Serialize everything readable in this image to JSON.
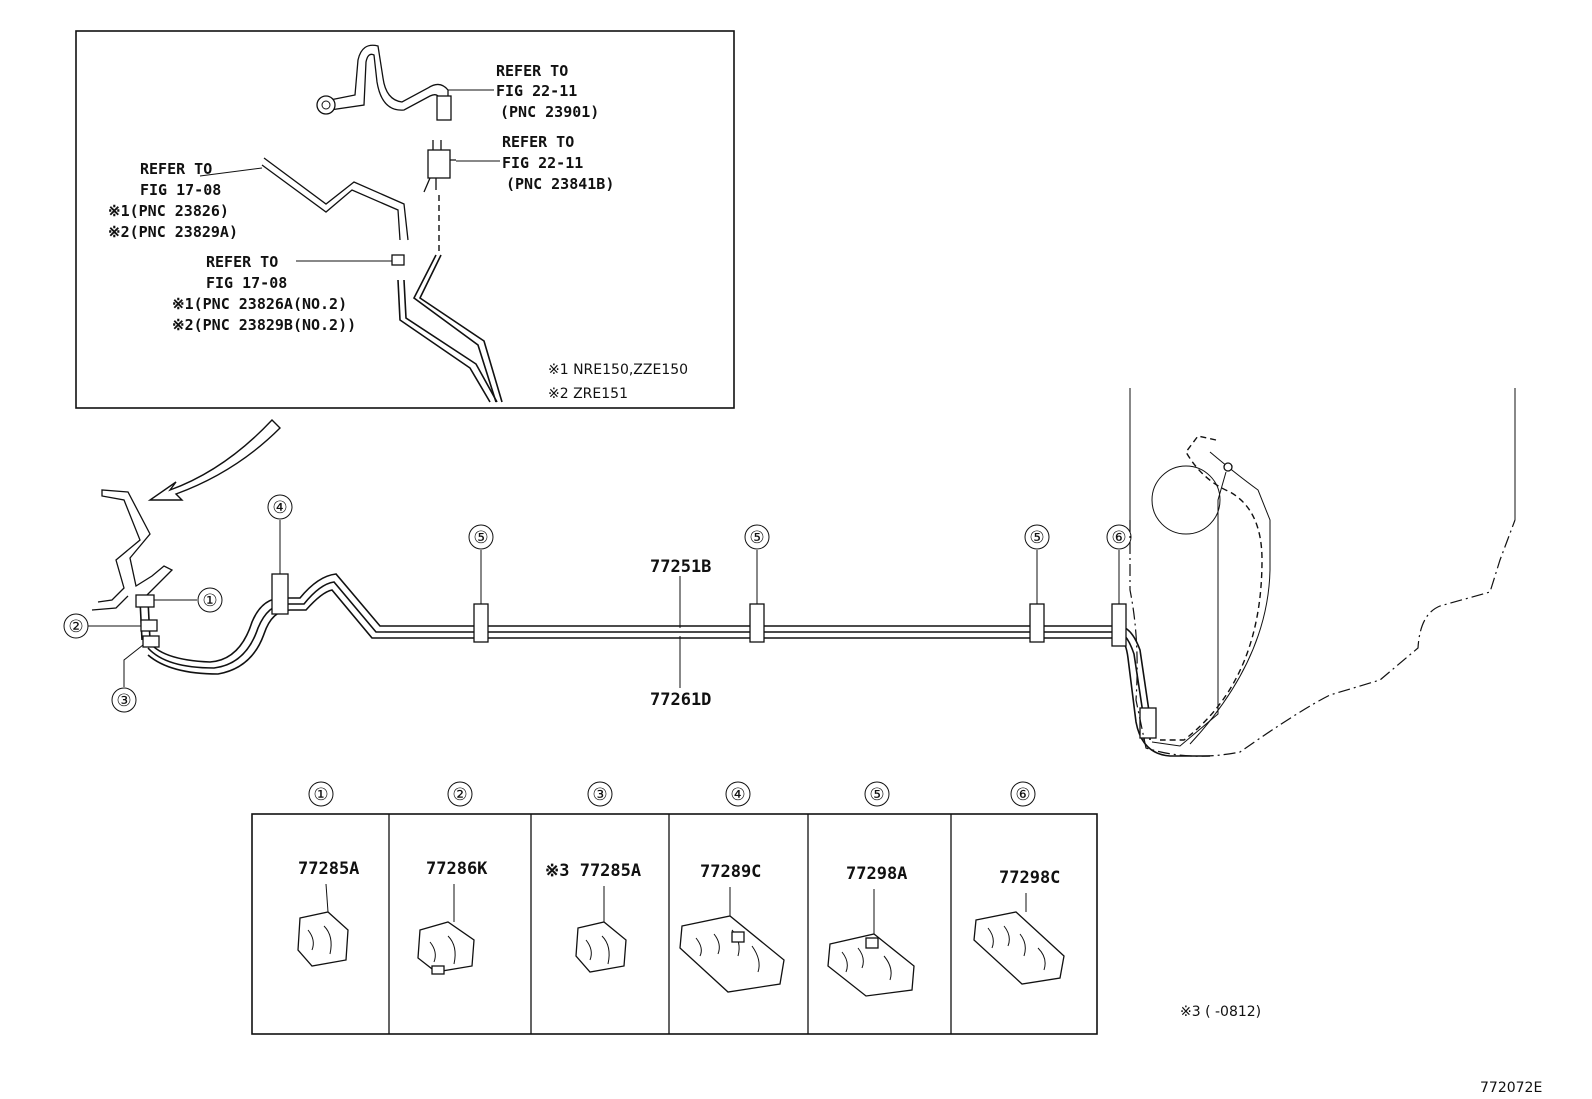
{
  "inset": {
    "ref_fuel_inlet": [
      "REFER TO",
      "FIG 22-11",
      "(PNC 23901)"
    ],
    "ref_filter": [
      "REFER TO",
      "FIG 22-11",
      "(PNC 23841B)"
    ],
    "ref_main_hose": [
      "REFER TO",
      "FIG 17-08",
      "※1(PNC 23826)",
      "※2(PNC 23829A)"
    ],
    "ref_no2_hose": [
      "REFER TO",
      "FIG 17-08",
      "※1(PNC 23826A(NO.2)",
      "※2(PNC 23829B(NO.2))"
    ],
    "notes": [
      "※1 NRE150,ZZE150",
      "※2 ZRE151"
    ]
  },
  "main": {
    "callouts": [
      "①",
      "②",
      "③",
      "④",
      "⑤",
      "⑤",
      "⑤",
      "⑥"
    ],
    "tube_upper": "77251B",
    "tube_lower": "77261D"
  },
  "clamp_table": [
    {
      "marker": "①",
      "part": "77285A"
    },
    {
      "marker": "②",
      "part": "77286K"
    },
    {
      "marker": "③",
      "part": "※3 77285A"
    },
    {
      "marker": "④",
      "part": "77289C"
    },
    {
      "marker": "⑤",
      "part": "77298A"
    },
    {
      "marker": "⑥",
      "part": "77298C"
    }
  ],
  "footnote": "※3 (      -0812)",
  "figure_code": "772072E"
}
